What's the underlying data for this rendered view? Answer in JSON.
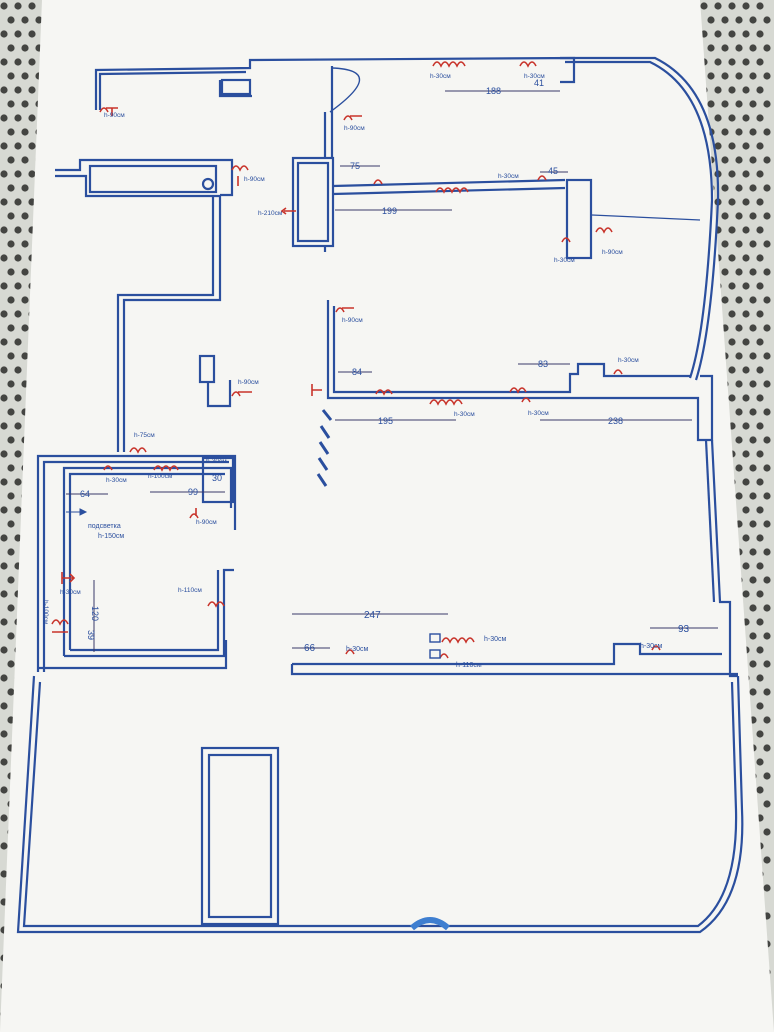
{
  "colors": {
    "wall": "#2b4f9e",
    "electric": "#c8332a",
    "paper": "#f5f5f2",
    "table": "#d5d8d2",
    "dots": "#2a2a28"
  },
  "dimensions": {
    "d188": "188",
    "d41": "41",
    "d75": "75",
    "d45": "45",
    "d199": "199",
    "d84": "84",
    "d83": "83",
    "d195": "195",
    "d238": "238",
    "d64": "64",
    "d99": "99",
    "d30": "30",
    "d120": "120",
    "d39": "39",
    "d247": "247",
    "d66": "66",
    "d93": "93"
  },
  "heights": {
    "top_h30a": "h-30см",
    "top_h30b": "h-30см",
    "left_h90": "h-90см",
    "corr_h90": "h-90см",
    "mid_h90": "h-90см",
    "h210": "h-210см",
    "right_h30": "h-30см",
    "right_h30b": "h-30см",
    "right_h90": "h-90см",
    "kitchen_h90": "h-90см",
    "kitchen_h30r": "h-30см",
    "kitchen_h30a": "h-30см",
    "kitchen_h30b": "h-30см",
    "hall_h90": "h-90см",
    "bath_h75": "h-75см",
    "bath_h30a": "h-30см",
    "bath_h100": "h-100см",
    "bath_h30b": "h-30см",
    "bath_h90": "h-90см",
    "bath_h30c": "h-30см",
    "bath_h110": "h-110см",
    "bath_h100v": "h-100см",
    "low_h30a": "h-30см",
    "low_h30b": "h-30см",
    "low_h110": "h-110см",
    "low_h30c": "h-30см"
  },
  "notes": {
    "backlight": "подсветка",
    "backlight_height": "h-150см"
  }
}
